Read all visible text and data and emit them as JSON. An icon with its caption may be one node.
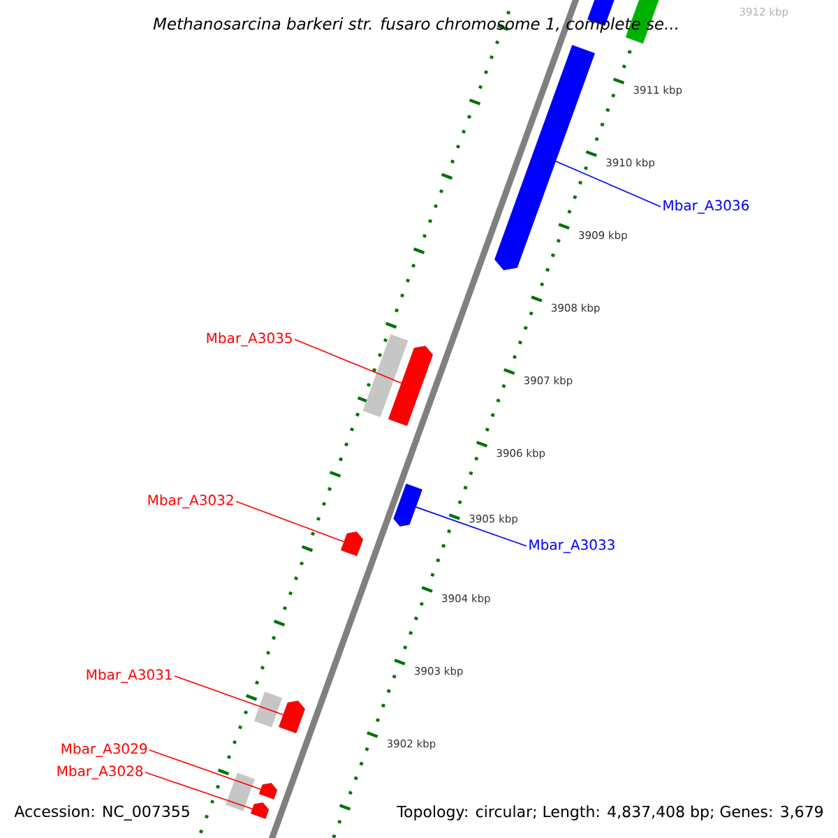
{
  "diagram": {
    "title": "Methanosarcina barkeri str. fusaro chromosome 1, complete se...",
    "nodes": [
      {
        "text": [
          "Mbar_A3036"
        ]
      },
      {
        "text": [],
        "shape": "arrow"
      },
      {
        "text": [
          "Mbar_A3035"
        ]
      },
      {
        "text": [],
        "shape": "arrow"
      },
      {
        "text": [
          "Mbar_A3032"
        ]
      },
      {
        "text": [],
        "shape": "arrow"
      },
      {
        "text": [
          "Mbar_A3033"
        ]
      },
      {
        "text": [],
        "shape": "arrow"
      },
      {
        "text": [
          "Mbar_A3031"
        ]
      },
      {
        "text": [],
        "shape": "arrow"
      },
      {
        "text": [
          "Mbar_A3029"
        ]
      },
      {
        "text": [],
        "shape": "arrow"
      },
      {
        "text": [
          "Mbar_A3028"
        ]
      },
      {
        "text": [],
        "shape": "arrow"
      }
    ],
    "edges": [
      {
        "from": 0,
        "to": 1,
        "arrow": "none",
        "color": "#0000ff"
      },
      {
        "from": 2,
        "to": 3,
        "arrow": "none"
      },
      {
        "from": 4,
        "to": 5,
        "arrow": "none"
      },
      {
        "from": 6,
        "to": 7,
        "arrow": "none",
        "color": "#0000ff"
      },
      {
        "from": 8,
        "to": 9,
        "arrow": "none"
      },
      {
        "from": 10,
        "to": 11,
        "arrow": "none"
      },
      {
        "from": 12,
        "to": 13,
        "arrow": "none"
      }
    ],
    "labels": [
      "3912 kbp",
      "3911 kbp",
      "3910 kbp",
      "3909 kbp",
      "3908 kbp",
      "3907 kbp",
      "3906 kbp",
      "3905 kbp",
      "3904 kbp",
      "3903 kbp",
      "3902 kbp",
      "Accession: NC_007355",
      "Topology: circular; Length: 4,837,408 bp; Genes: 3,679"
    ]
  }
}
